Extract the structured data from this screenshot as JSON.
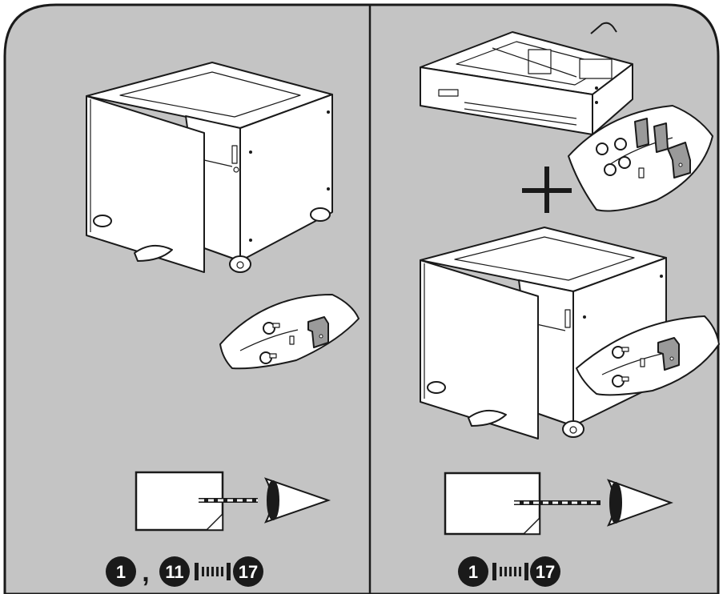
{
  "colors": {
    "panel_fill": "#c4c4c4",
    "outline": "#1a1a1a",
    "part_fill": "#ffffff",
    "shade": "#9a9a9a",
    "step_circle": "#1a1a1a"
  },
  "left_panel": {
    "steps": {
      "first": "1",
      "separator": ",",
      "range_start": "11",
      "range_end": "17"
    }
  },
  "right_panel": {
    "steps": {
      "range_start": "1",
      "range_end": "17"
    }
  },
  "icons": [
    "cabinet-icon",
    "parts-bag-icon",
    "paper-tray-module-icon",
    "plus-icon",
    "document-sheet-icon",
    "eye-icon",
    "dotted-sightline-icon"
  ]
}
